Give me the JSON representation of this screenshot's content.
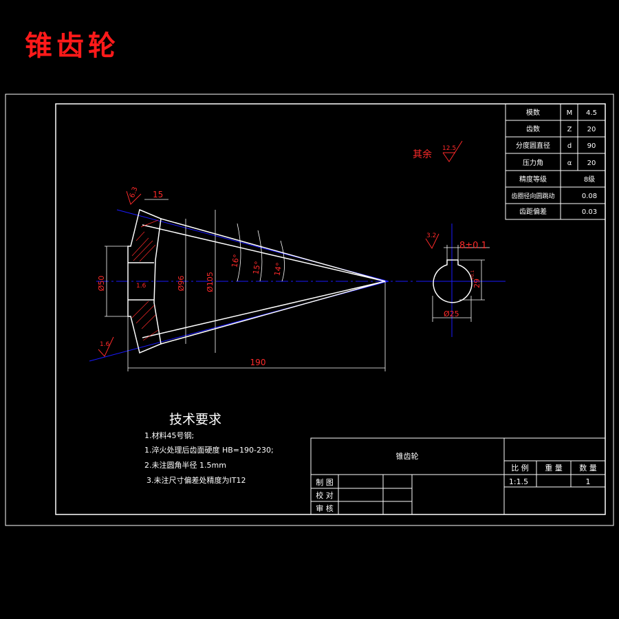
{
  "header": {
    "title": "锥齿轮"
  },
  "params": {
    "rows": [
      {
        "name": "模数",
        "symbol": "M",
        "value": "4.5"
      },
      {
        "name": "齿数",
        "symbol": "Z",
        "value": "20"
      },
      {
        "name": "分度圆直径",
        "symbol": "d",
        "value": "90"
      },
      {
        "name": "压力角",
        "symbol": "α",
        "value": "20"
      },
      {
        "name": "精度等级",
        "symbol": "",
        "value": "8级"
      },
      {
        "name": "齿圈径向圆跳动",
        "symbol": "",
        "value": "0.08"
      },
      {
        "name": "齿距偏差",
        "symbol": "",
        "value": "0.03"
      }
    ]
  },
  "roughness": {
    "rest_label": "其余",
    "rest_value": "12.5"
  },
  "dims": {
    "top_width": "15",
    "top_rough": "6.3",
    "bore": "Ø50",
    "d96": "Ø96",
    "d105": "Ø105",
    "a16": "16°",
    "a15": "15°",
    "a14": "14°",
    "length": "190",
    "rough_inner": "1.6",
    "rough_bottom": "1.6"
  },
  "section": {
    "rough": "3.2",
    "key_width": "8±0.1",
    "key_depth": "29",
    "key_depth_sup": "+0.1",
    "dia": "Ø25"
  },
  "tech": {
    "heading": "技术要求",
    "items": [
      "1.材料45号钢;",
      "1.淬火处理后齿面硬度 HB=190-230;",
      "2.未注圆角半径 1.5mm",
      "3.未注尺寸偏差处精度为IT12"
    ]
  },
  "title_block": {
    "part_name": "锥齿轮",
    "col_scale": "比 例",
    "col_weight": "重 量",
    "col_qty": "数 量",
    "scale": "1:1.5",
    "qty": "1",
    "drawn": "制 图",
    "checked": "校 对",
    "approved": "审 核"
  },
  "colors": {
    "title": "#ff1a1a",
    "line": "#ffffff",
    "center": "#1a1aff",
    "dim": "#ff2a2a"
  }
}
